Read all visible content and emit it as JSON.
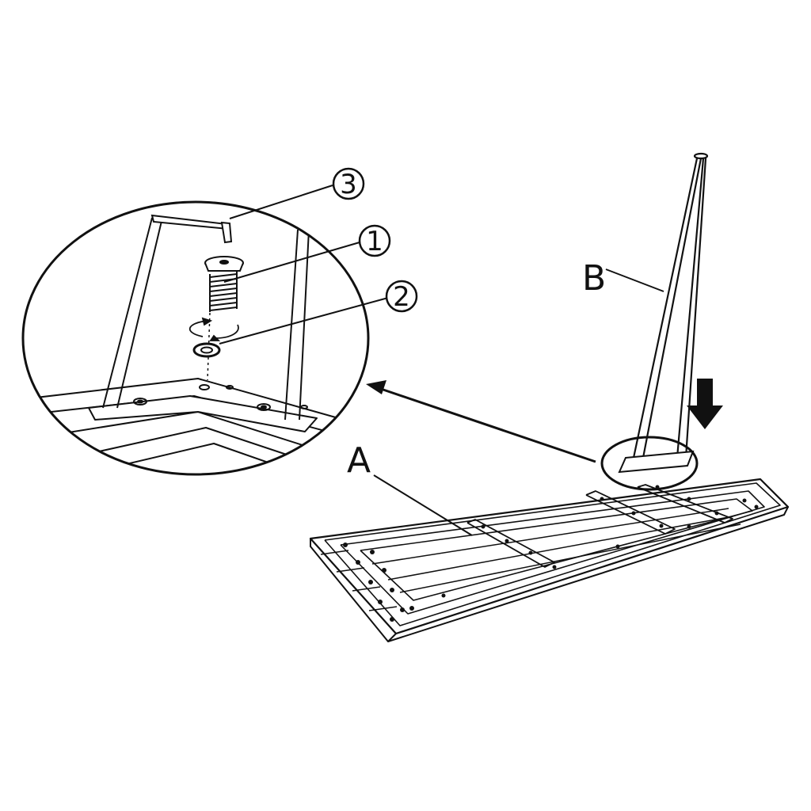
{
  "labels": {
    "part_a": "A",
    "part_b": "B",
    "step_1": "1",
    "step_2": "2",
    "step_3": "3"
  },
  "colors": {
    "ink": "#111111",
    "paper": "#ffffff"
  }
}
